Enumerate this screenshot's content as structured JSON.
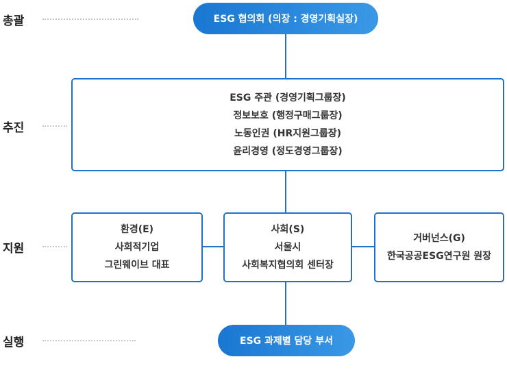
{
  "rows": {
    "overall": "총괄",
    "promote": "추진",
    "support": "지원",
    "execute": "실행"
  },
  "top": {
    "label": "ESG 협의회 (의장 : 경영기획실장)"
  },
  "promote_box": {
    "lines": [
      "ESG 주관 (경영기획그룹장)",
      "정보보호 (행정구매그룹장)",
      "노동인권 (HR지원그룹장)",
      "윤리경영 (정도경영그룹장)"
    ]
  },
  "support_boxes": {
    "env": [
      "환경(E)",
      "사회적기업",
      "그린웨이브 대표"
    ],
    "social": [
      "사회(S)",
      "서울시",
      "사회복지협의회 센터장"
    ],
    "gov": [
      "거버넌스(G)",
      "한국공공ESG연구원 원장"
    ]
  },
  "bottom": {
    "label": "ESG 과제별 담당 부서"
  },
  "colors": {
    "accent": "#1f72c8",
    "pill_start": "#1a77d2",
    "pill_end": "#3a98e6",
    "dots": "#c9c9c9"
  }
}
